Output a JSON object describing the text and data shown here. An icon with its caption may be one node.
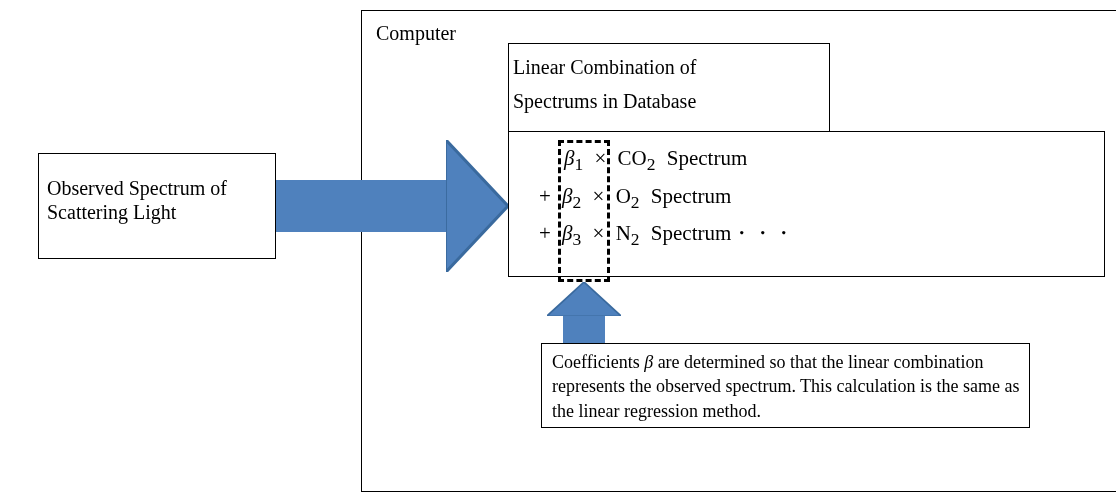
{
  "diagram": {
    "nodes": [
      {
        "text": [
          "Computer"
        ]
      },
      {
        "text": [
          "Observed Spectrum of Scattering Light"
        ]
      },
      {
        "text": [
          "Linear Combination of Spectrums in Database"
        ],
        "in": 0
      },
      {
        "text": [
          "*β*$_{1}$ × CO$_{2}$ Spectrum",
          "+ *β*$_{2}$ × O$_{2}$ Spectrum",
          "+ *β*$_{3}$ × N$_{2}$ Spectrum・・・"
        ],
        "in": 0
      },
      {
        "text": [],
        "shape": "box",
        "in": 3
      },
      {
        "text": [
          "Coefficients *β* are determined so that the linear combination represents the observed spectrum. This calculation is the same as the linear regression method."
        ],
        "in": 0
      }
    ],
    "edges": [
      {
        "from": 1,
        "to": 3,
        "arrow": "to"
      },
      {
        "from": 5,
        "to": 4,
        "arrow": "to"
      }
    ]
  }
}
